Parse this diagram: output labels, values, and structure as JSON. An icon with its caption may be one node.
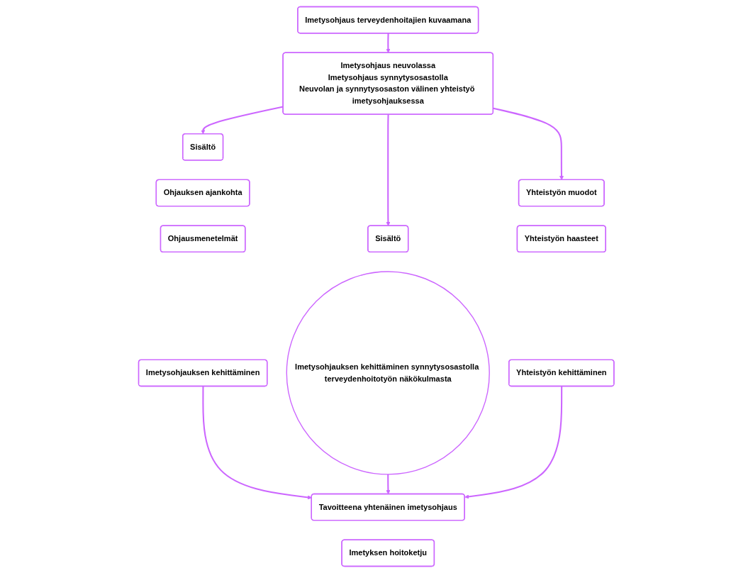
{
  "diagram": {
    "nodes": [
      {
        "text": [
          "Imetysohjaus terveydenhoitajien kuvaamana"
        ]
      },
      {
        "text": [
          "Imetysohjaus neuvolassa",
          "Imetysohjaus synnytysosastolla",
          "Neuvolan ja synnytysosaston välinen yhteistyö imetysohjauksessa"
        ]
      },
      {
        "text": [
          "Sisältö"
        ]
      },
      {
        "text": [
          "Ohjauksen ajankohta"
        ]
      },
      {
        "text": [
          "Ohjausmenetelmät"
        ]
      },
      {
        "text": [
          "Imetysohjauksen kehittäminen"
        ]
      },
      {
        "text": [
          "Sisältö"
        ]
      },
      {
        "text": [
          "Imetysohjauksen kehittäminen synnytysosastolla terveydenhoitotyön näkökulmasta"
        ]
      },
      {
        "text": [
          "Yhteistyön muodot"
        ]
      },
      {
        "text": [
          "Yhteistyön haasteet"
        ]
      },
      {
        "text": [
          "Yhteistyön kehittäminen"
        ]
      },
      {
        "text": [
          "Tavoitteena yhtenäinen imetysohjaus"
        ]
      },
      {
        "text": [
          "Imetyksen hoitoketju"
        ]
      }
    ],
    "edges": [
      {
        "from": 0,
        "to": 1,
        "arrow": "to"
      },
      {
        "from": 1,
        "to": 2,
        "arrow": "to"
      },
      {
        "from": 1,
        "to": 6,
        "arrow": "to"
      },
      {
        "from": 1,
        "to": 8,
        "arrow": "to"
      },
      {
        "from": 5,
        "to": 11,
        "arrow": "to"
      },
      {
        "from": 7,
        "to": 11,
        "arrow": "to"
      },
      {
        "from": 10,
        "to": 11,
        "arrow": "to"
      }
    ]
  }
}
